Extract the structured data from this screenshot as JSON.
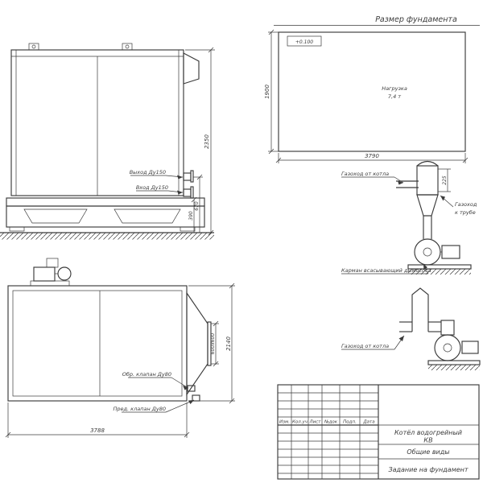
{
  "foundation_plan": {
    "title": "Размер фундамента",
    "elevation_mark": "+0.100",
    "load_line1": "Нагрузка",
    "load_line2": "7,4 т",
    "dim_width": "3790",
    "dim_height": "1900"
  },
  "side_view": {
    "outlet_label": "Выход Ду150",
    "inlet_label": "Вход Ду150",
    "dim_total_height": "2350",
    "dim_outlet_height": "670",
    "dim_inlet_height": "390"
  },
  "plan_view": {
    "check_valve_label": "Обр. клапан Ду80",
    "safety_valve_label": "Пред. клапан Ду80",
    "dim_length": "3788",
    "dim_width": "2140",
    "dim_opening": "600х600"
  },
  "flue_scheme_top": {
    "from_boiler_label": "Газоход от котла",
    "to_stack_label_line1": "Газоход",
    "to_stack_label_line2": "к трубе",
    "pocket_label": "Карман всасывающий дымососа",
    "dim_offset": "225"
  },
  "flue_scheme_bottom": {
    "from_boiler_label": "Газоход от котла"
  },
  "title_block": {
    "col_izm": "Изм.",
    "col_koluch": "Кол.уч",
    "col_list": "Лист",
    "col_ndok": "№док",
    "col_podp": "Подп.",
    "col_data": "Дата",
    "product_line1": "Котёл водогрейный",
    "product_line2": "КВ",
    "subtitle1": "Общие виды",
    "subtitle2": "Задание на фундамент"
  }
}
